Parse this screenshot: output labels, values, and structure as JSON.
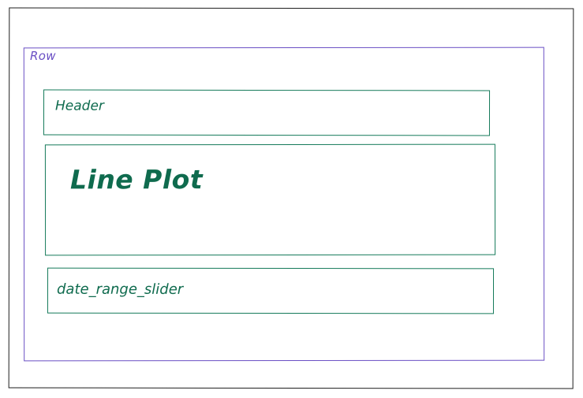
{
  "labels": {
    "row": "Row",
    "header": "Header",
    "plot": "Line Plot",
    "slider": "date_range_slider"
  },
  "colors": {
    "frame": "#1e1e1e",
    "row": "#6a4fc4",
    "components": "#157a5a"
  }
}
